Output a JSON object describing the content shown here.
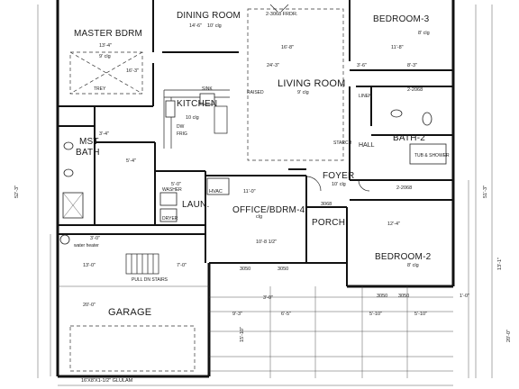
{
  "rooms": {
    "dining": "DINING ROOM",
    "master": "MASTER BDRM",
    "bedroom3": "BEDROOM-3",
    "living": "LIVING ROOM",
    "kitchen": "KITCHEN",
    "mst_bath_1": "MST",
    "mst_bath_2": "BATH",
    "bath2": "BATH-2",
    "hall": "HALL",
    "foyer": "FOYER",
    "laun": "LAUN.",
    "office": "OFFICE/BDRM-4",
    "porch": "PORCH",
    "bedroom2": "BEDROOM-2",
    "garage": "GARAGE"
  },
  "dimensions": {
    "dining_w": "14'-6\"",
    "dining_clg": "10' clg",
    "master_w": "13'-4\"",
    "master_clg": "9' clg",
    "master_h": "16'-3\"",
    "trey": "TREY",
    "living_w": "16'-8\"",
    "living_h": "24'-3\"",
    "living_clg": "9' clg",
    "frdr": "2-3068 FRDR.",
    "kitchen_clg": "10 clg",
    "bed3_w": "11'-8\"",
    "bed3_clg": "8' clg",
    "bed3_l": "3'-6\"",
    "bed3_r": "8'-3\"",
    "bath2_door": "2-2068",
    "foyer_clg": "10' clg",
    "foyer_door": "3068",
    "office_w": "10'-8 1/2\"",
    "office_clg": "clg",
    "office_h": "11'-0\"",
    "hvac": "HVAC",
    "bed2_w": "12'-4\"",
    "bed2_clg": "8' clg",
    "bed2_door": "2-2068",
    "bed2_win": "3050",
    "bed2_win2": "3050",
    "office_win": "3050",
    "office_win2": "3050",
    "garage_w": "13'-0\"",
    "garage_h": "20'-0\"",
    "garage_door": "16'X8'X1-1/2\" GLULAM",
    "garage_7": "7'-0\"",
    "overall_w": "52'-3\"",
    "overall_w_r": "51'-3\"",
    "depth": "20'-0\"",
    "water_heater": "water heater",
    "pull_stairs": "PULL DN STAIRS",
    "stairs_dim": "3'-0\"",
    "laun_dim": "5'-0\"",
    "hall_dim": "5'-4\"",
    "mst_dim": "3'-4\"",
    "dim_9_3": "9'-3\"",
    "dim_6_5": "6'-5\"",
    "dim_5_10": "5'-10\"",
    "dim_5_10b": "5'-10\"",
    "dim_15_10": "15'-10\"",
    "dim_13_1": "13'-1\"",
    "dim_3_0b": "3'-0\"",
    "dim_1_0": "1'-0\"",
    "tub_shower": "TUB & SHOWER",
    "dishwasher": "DW",
    "sink": "SINK",
    "frig": "FRIG",
    "washer": "WASHER",
    "dryer": "DRYER",
    "raised": "RAISED",
    "starch": "STARCH",
    "linen": "LINEN"
  }
}
